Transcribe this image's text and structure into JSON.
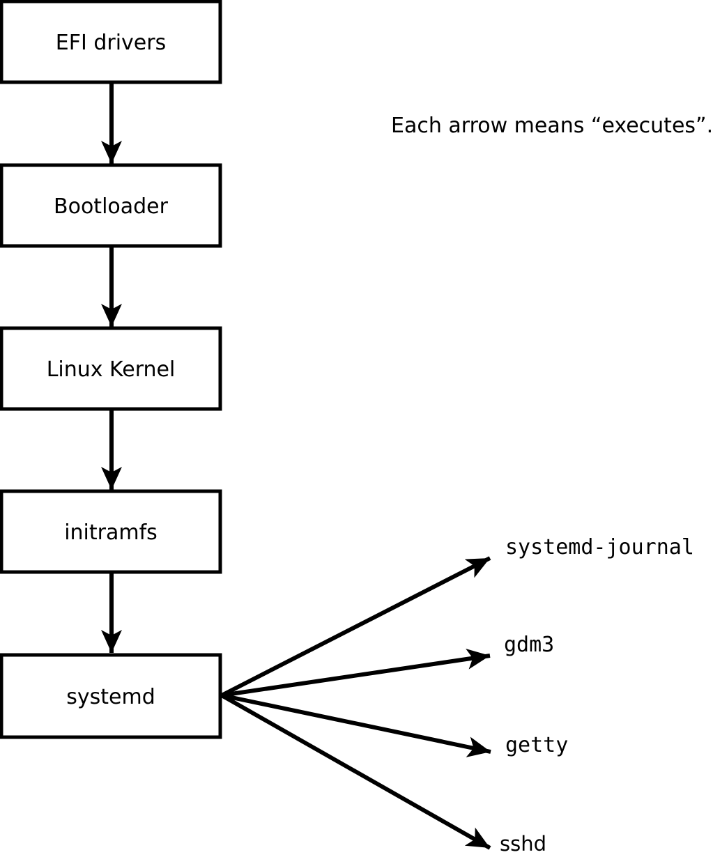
{
  "note": "Each arrow means “executes”.",
  "colors": {
    "ink": "#000000",
    "paper": "#ffffff"
  },
  "chain_nodes": [
    {
      "label": "EFI drivers"
    },
    {
      "label": "Bootloader"
    },
    {
      "label": "Linux Kernel"
    },
    {
      "label": "initramfs"
    },
    {
      "label": "systemd"
    }
  ],
  "spawned_processes": [
    {
      "label": "systemd-journal"
    },
    {
      "label": "gdm3"
    },
    {
      "label": "getty"
    },
    {
      "label": "sshd"
    }
  ]
}
